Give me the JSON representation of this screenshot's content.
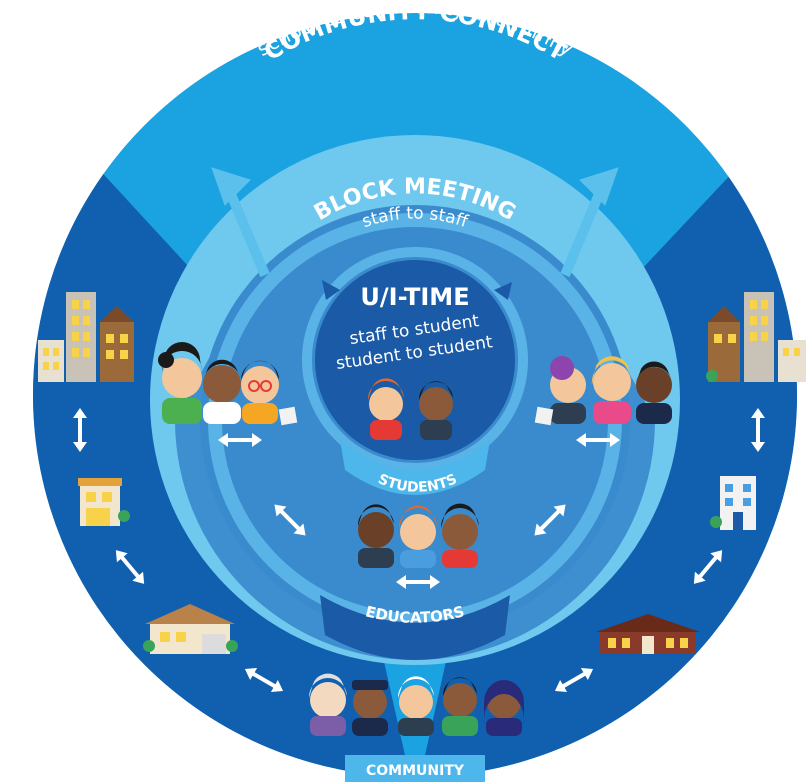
{
  "community_connect": {
    "title": "COMMUNITY CONNECT",
    "subtitle": "school to community and family"
  },
  "block_meeting": {
    "title": "BLOCK MEETING",
    "subtitle": "staff to staff"
  },
  "ui_time": {
    "title": "U/I-TIME",
    "line1": "staff to student",
    "line2": "student to student"
  },
  "badges": {
    "students": "STUDENTS",
    "educators": "EDUCATORS",
    "community": "COMMUNITY"
  },
  "colors": {
    "outer_ring": "#1aa3e0",
    "middle_ring": "#6fc8ee",
    "inner_ring": "#3d8fd0",
    "core": "#1b5aa6",
    "side_panel": "#1160b0",
    "badge": "#4db6ea",
    "arrow": "#ffffff"
  },
  "icons": {
    "buildings": [
      "city-buildings-icon",
      "shop-icon",
      "house-icon",
      "office-building-icon",
      "school-building-icon"
    ],
    "people_groups": [
      "educators-group-left-icon",
      "educators-group-right-icon",
      "students-pair-icon",
      "educators-trio-icon",
      "community-people-icon"
    ],
    "arrows": [
      "double-arrow-icon",
      "outward-arrow-icon"
    ]
  }
}
